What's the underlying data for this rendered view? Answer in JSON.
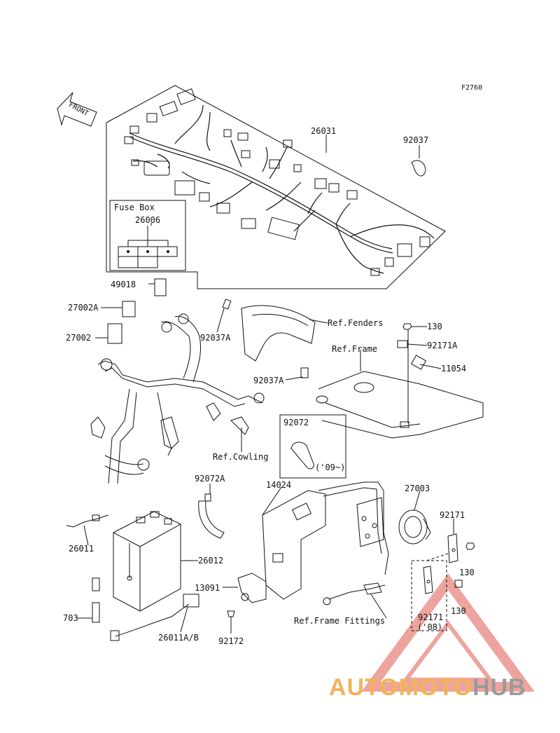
{
  "figure_code": "F2760",
  "front_arrow_text": "FRONT",
  "fuse_box": {
    "title": "Fuse Box",
    "part": "26006"
  },
  "parts": {
    "p26031": "26031",
    "p92037": "92037",
    "p49018": "49018",
    "p27002A": "27002A",
    "p27002": "27002",
    "p92037A_1": "92037A",
    "p92037A_2": "92037A",
    "p130_1": "130",
    "p92171A": "92171A",
    "p11054": "11054",
    "p92072": "92072",
    "p92072_note": "('09~)",
    "p92072A": "92072A",
    "p14024": "14024",
    "p27003": "27003",
    "p92171_1": "92171",
    "p130_2": "130",
    "p130_3": "130",
    "p92171_2": "92171",
    "p92171_2_note": "('08)",
    "p26011": "26011",
    "p26012": "26012",
    "p13091": "13091",
    "p703": "703",
    "p92172": "92172",
    "p26011AB": "26011A/B"
  },
  "refs": {
    "fenders": "Ref.Fenders",
    "frame": "Ref.Frame",
    "cowling": "Ref.Cowling",
    "frame_fittings": "Ref.Frame Fittings"
  },
  "watermark": {
    "part1": "AUTOMOTO",
    "part2": "HUB",
    "color1": "#f2b35a",
    "color2": "#9a9a9a",
    "triangle_color": "#e05a4f"
  }
}
